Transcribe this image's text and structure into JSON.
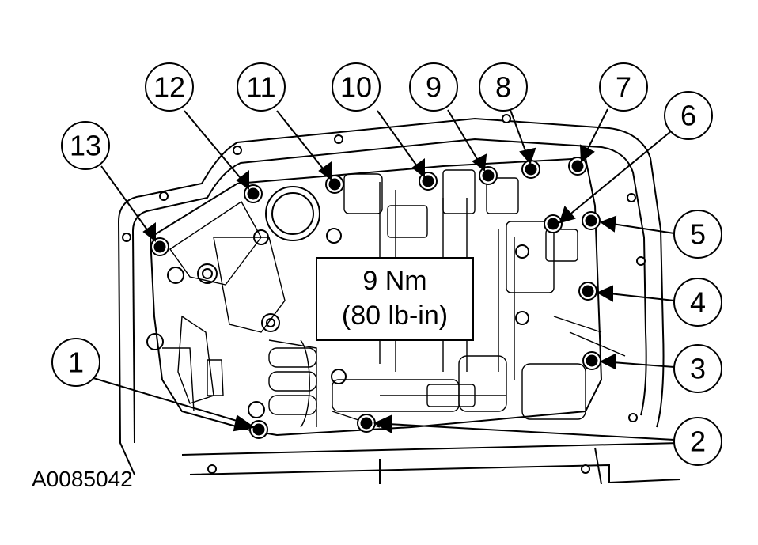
{
  "figure_id": "A0085042",
  "torque_spec": {
    "line1": "9 Nm",
    "line2": "(80 lb-in)"
  },
  "callouts": [
    "1",
    "2",
    "3",
    "4",
    "5",
    "6",
    "7",
    "8",
    "9",
    "10",
    "11",
    "12",
    "13"
  ]
}
